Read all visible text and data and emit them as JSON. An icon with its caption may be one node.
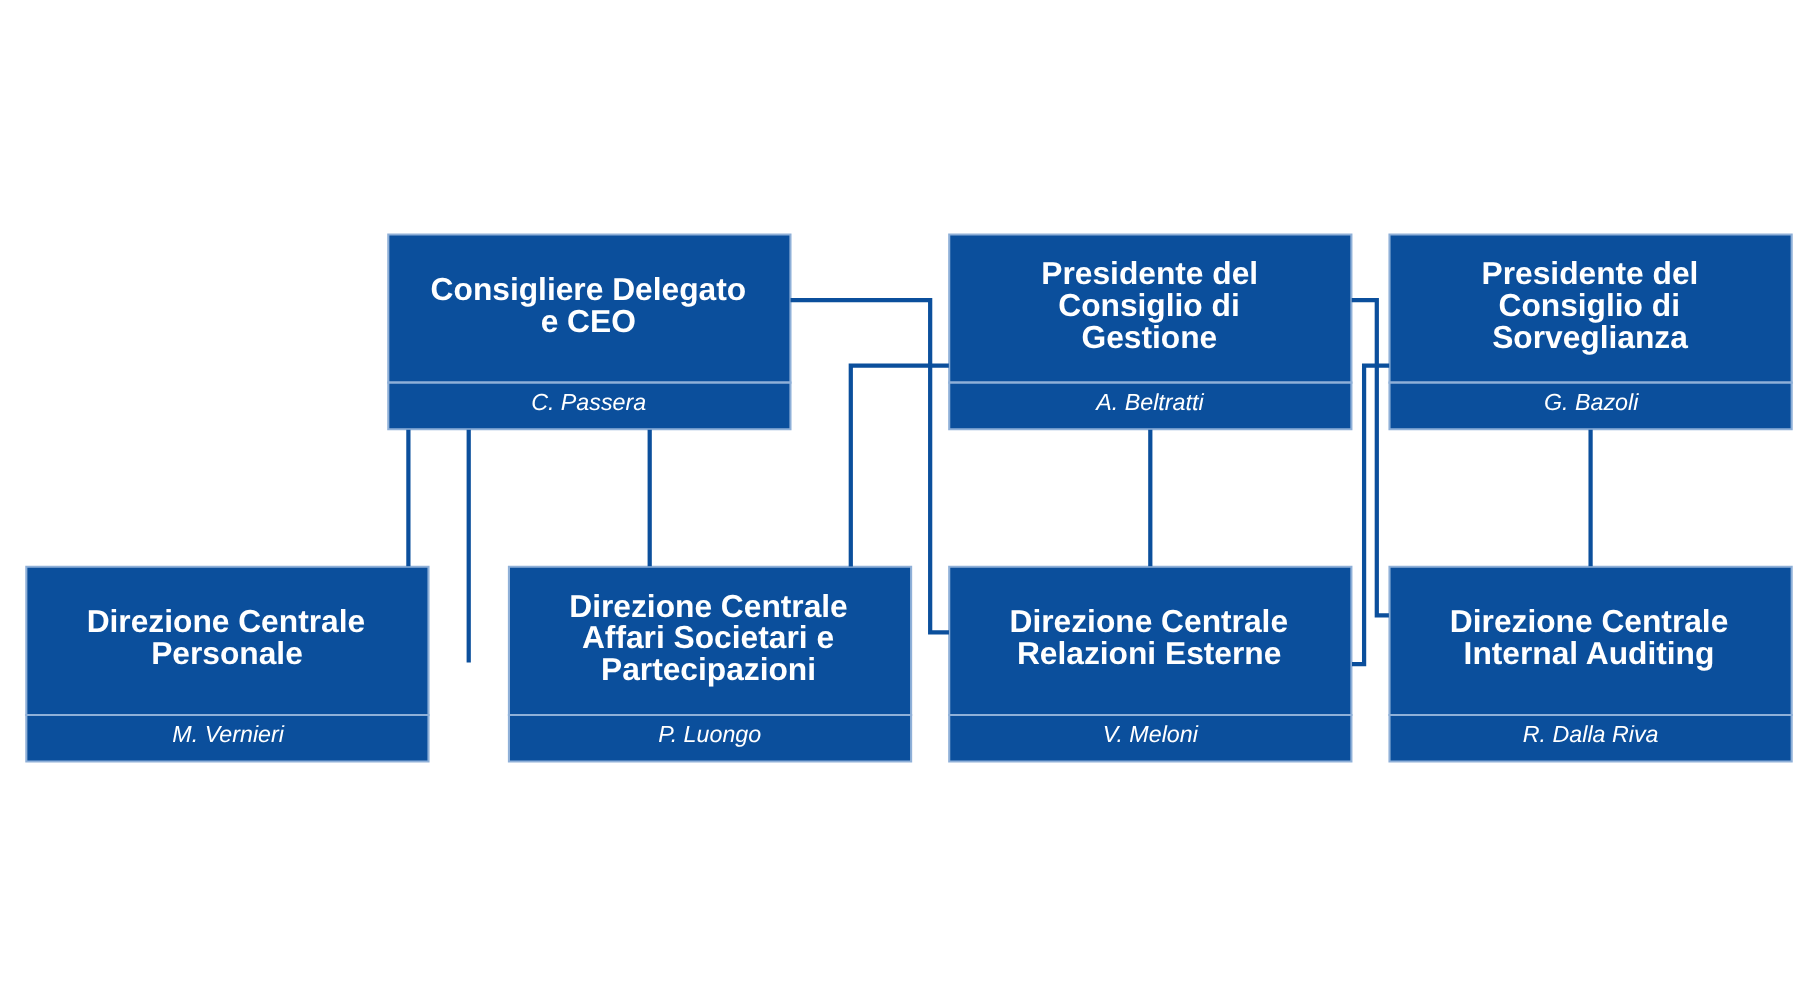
{
  "diagram": {
    "nodes": [
      {
        "text": [
          "Consigliere Delegato e CEO",
          "C. Passera"
        ]
      },
      {
        "text": [
          "Presidente del Consiglio di Gestione",
          "A. Beltratti"
        ]
      },
      {
        "text": [
          "Presidente del Consiglio di Sorveglianza",
          "G. Bazoli"
        ]
      },
      {
        "text": [
          "Direzione Centrale Personale",
          "M. Vernieri"
        ]
      },
      {
        "text": [
          "Direzione Centrale Affari Societari e Partecipazioni",
          "P. Luongo"
        ]
      },
      {
        "text": [
          "Direzione Centrale Relazioni Esterne",
          "V. Meloni"
        ]
      },
      {
        "text": [
          "Direzione Centrale Internal Auditing",
          "R. Dalla Riva"
        ]
      }
    ],
    "edges": [
      {
        "from": 0,
        "to": 3,
        "arrow": "none"
      },
      {
        "from": 0,
        "to": 4,
        "arrow": "none"
      },
      {
        "from": 0,
        "to": 5,
        "arrow": "none"
      },
      {
        "from": 0,
        "to": null,
        "arrow": "none"
      },
      {
        "from": 1,
        "to": 4,
        "arrow": "none"
      },
      {
        "from": 1,
        "to": 5,
        "arrow": "none"
      },
      {
        "from": 2,
        "to": 5,
        "arrow": "none"
      },
      {
        "from": 1,
        "to": 6,
        "arrow": "none"
      },
      {
        "from": 2,
        "to": 6,
        "arrow": "none"
      }
    ]
  }
}
